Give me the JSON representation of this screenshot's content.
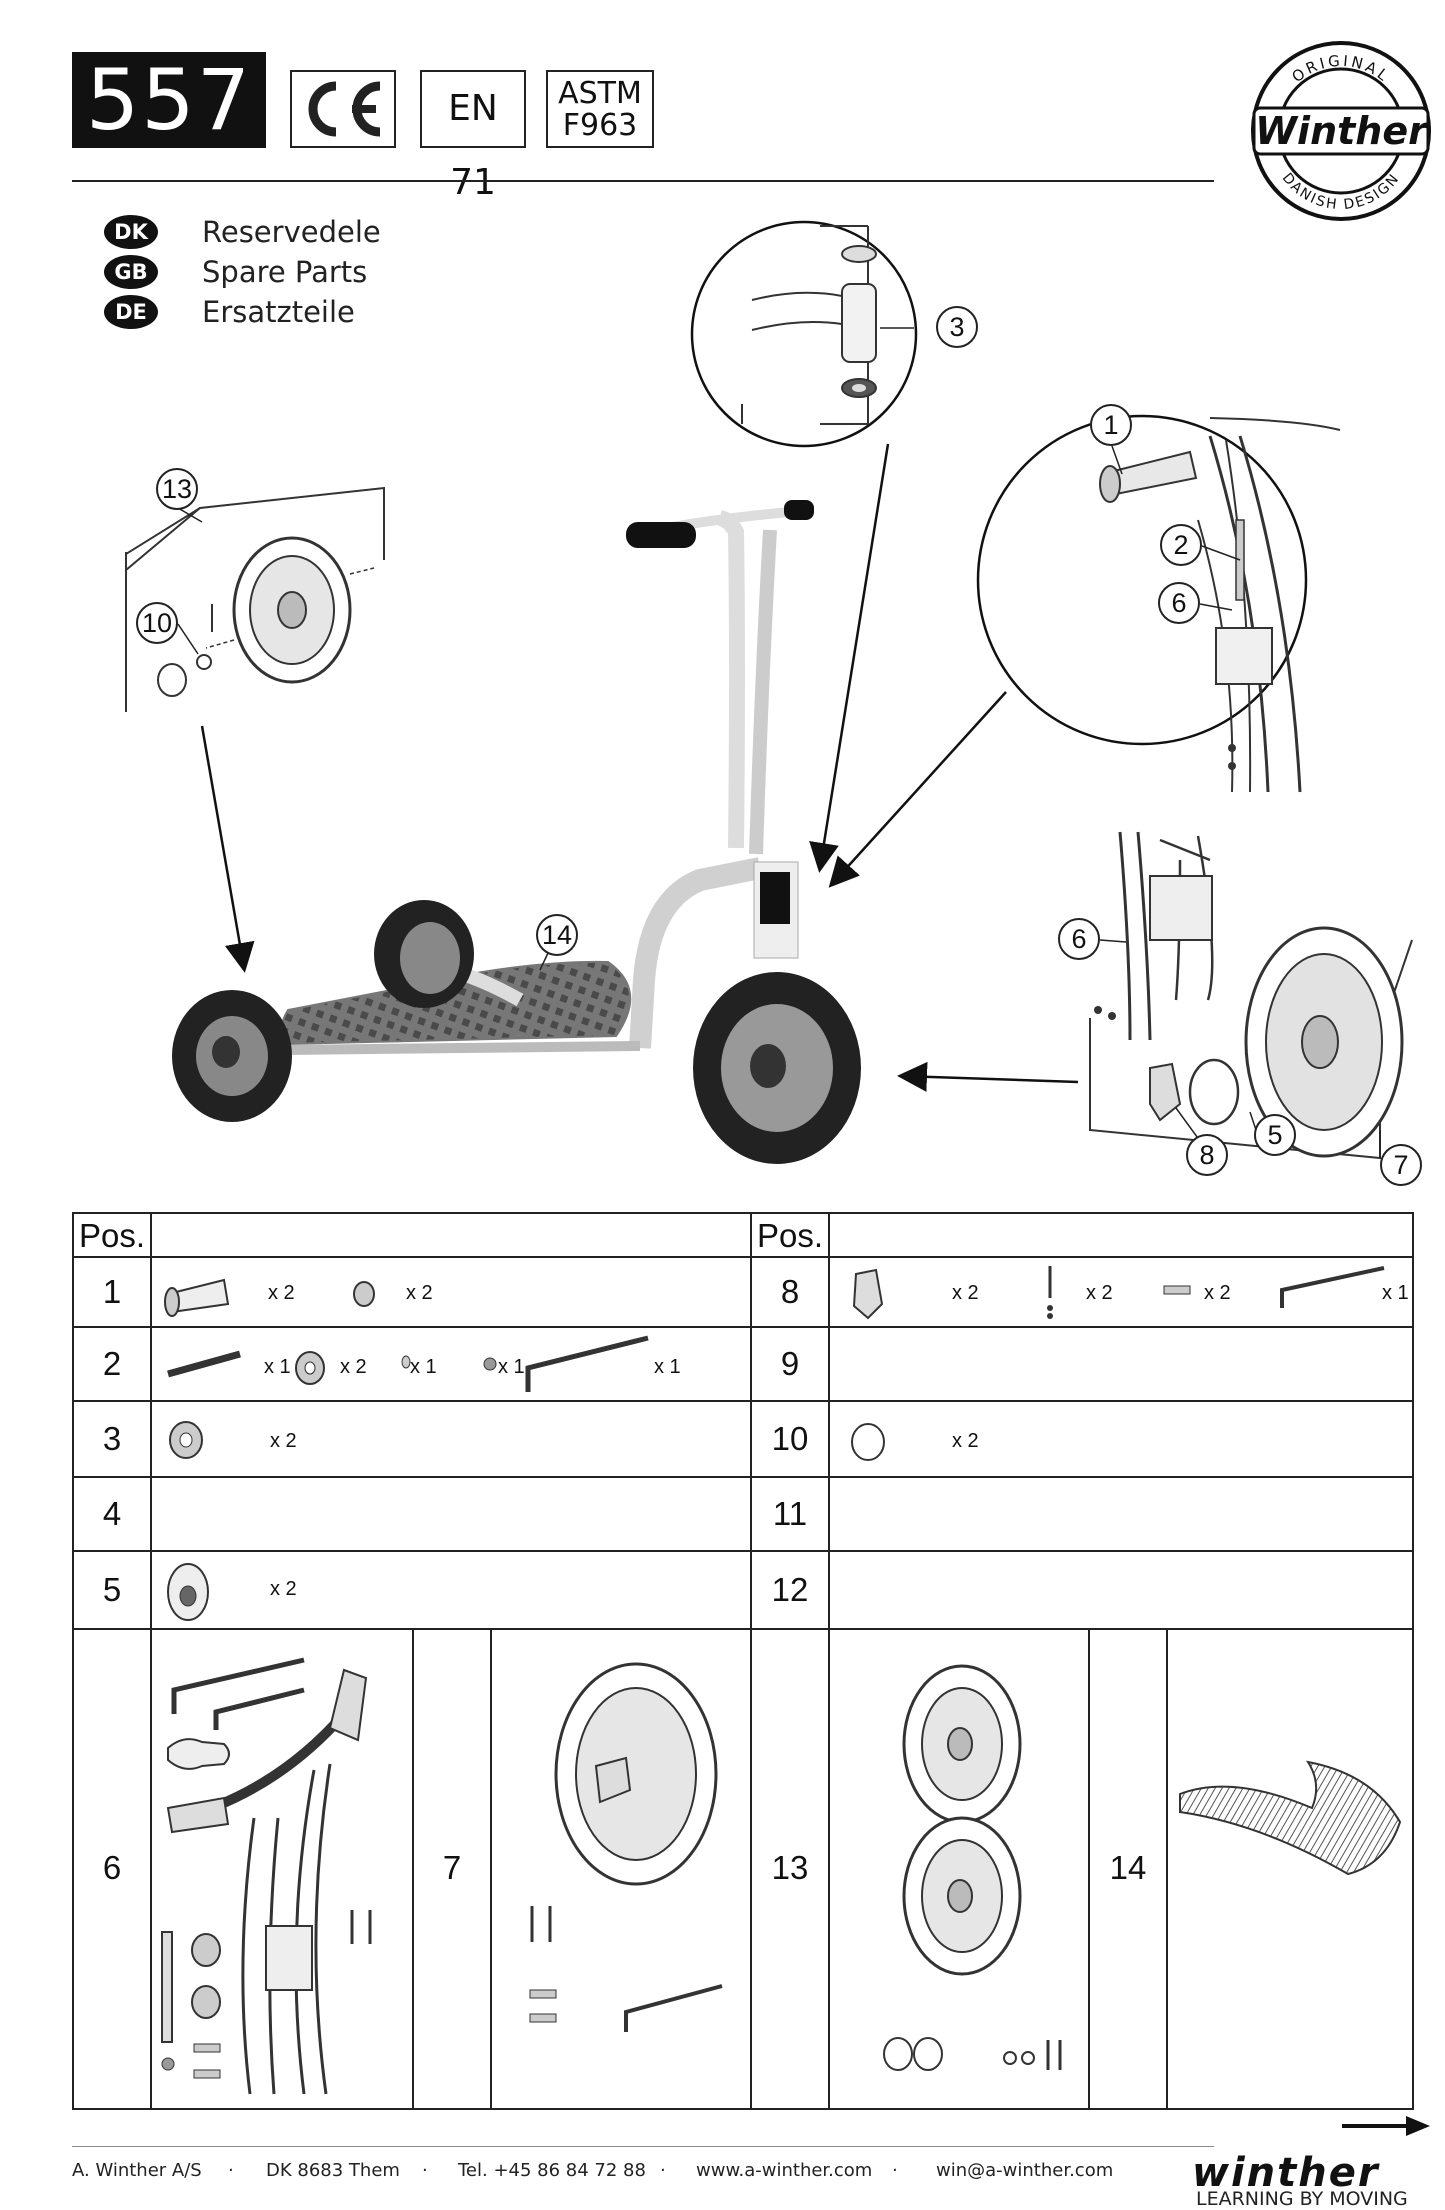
{
  "header": {
    "model_number": "557",
    "certifications": {
      "ce": "CE",
      "en": "EN 71",
      "astm_line1": "ASTM",
      "astm_line2": "F963"
    },
    "logo": {
      "top_arc": "ORIGINAL",
      "name": "Winther",
      "bottom_arc": "DANISH DESIGN"
    }
  },
  "languages": [
    {
      "code": "DK",
      "label": "Reservedele"
    },
    {
      "code": "GB",
      "label": "Spare Parts"
    },
    {
      "code": "DE",
      "label": "Ersatzteile"
    }
  ],
  "callouts": [
    "13",
    "10",
    "3",
    "1",
    "2",
    "6",
    "14",
    "6",
    "5",
    "8",
    "7"
  ],
  "table": {
    "pos_header": "Pos.",
    "left_rows": [
      {
        "pos": "1",
        "quantities": [
          "x 2",
          "x 2"
        ]
      },
      {
        "pos": "2",
        "quantities": [
          "x 1",
          "x 2",
          "x 1",
          "x 1",
          "x 1"
        ]
      },
      {
        "pos": "3",
        "quantities": [
          "x 2"
        ]
      },
      {
        "pos": "4",
        "quantities": []
      },
      {
        "pos": "5",
        "quantities": [
          "x 2"
        ]
      }
    ],
    "right_rows": [
      {
        "pos": "8",
        "quantities": [
          "x 2",
          "x 2",
          "x 2",
          "x 1"
        ]
      },
      {
        "pos": "9",
        "quantities": []
      },
      {
        "pos": "10",
        "quantities": [
          "x 2"
        ]
      },
      {
        "pos": "11",
        "quantities": []
      },
      {
        "pos": "12",
        "quantities": []
      }
    ],
    "big_rows": [
      "6",
      "7",
      "13",
      "14"
    ]
  },
  "footer": {
    "company": "A. Winther A/S",
    "address": "DK 8683 Them",
    "phone": "Tel. +45 86 84 72 88",
    "website": "www.a-winther.com",
    "email": "win@a-winther.com",
    "separator": "·",
    "brand": "winther",
    "tagline": "LEARNING BY MOVING"
  }
}
